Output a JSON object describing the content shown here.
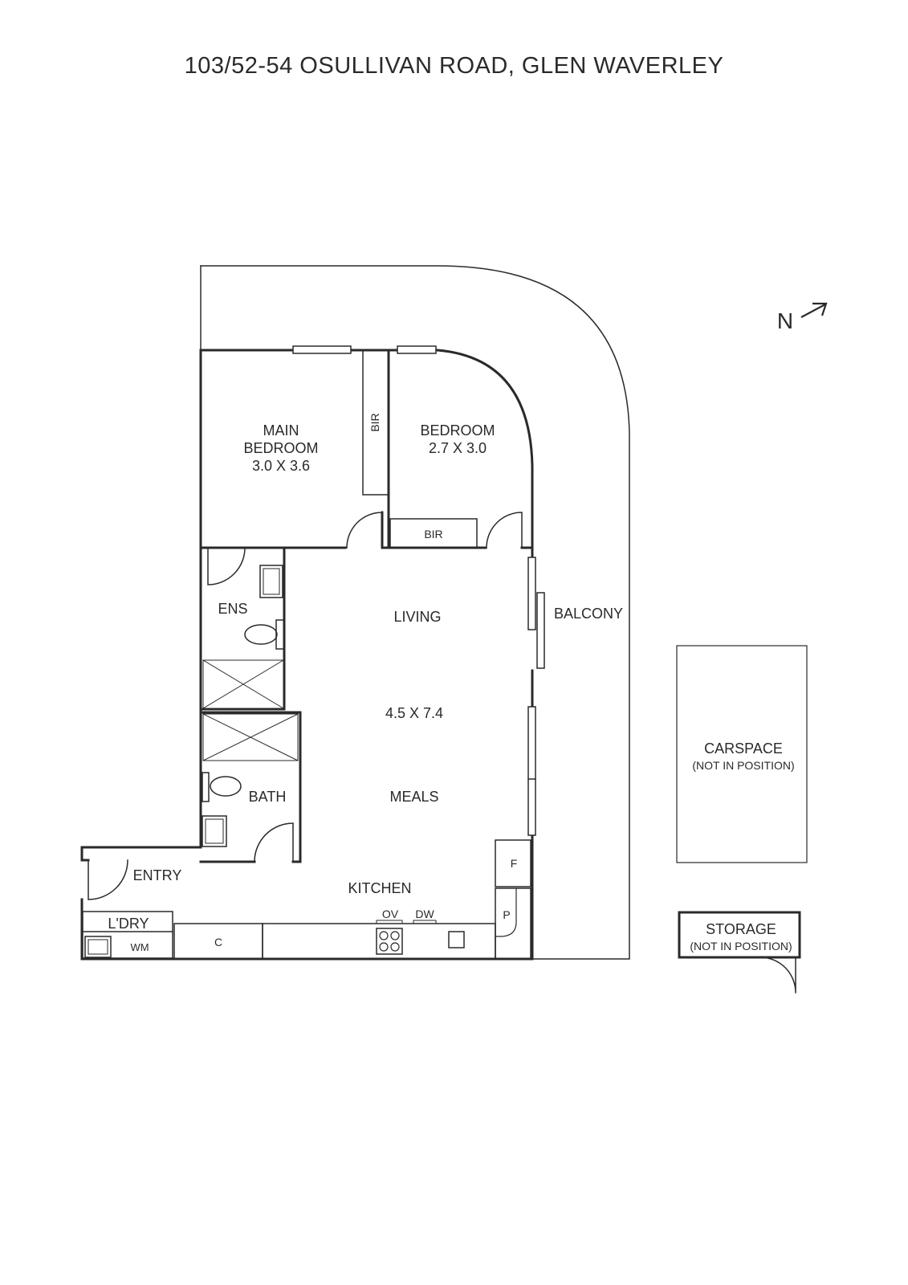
{
  "title": "103/52-54 OSULLIVAN ROAD, GLEN WAVERLEY",
  "compass": {
    "letter": "N",
    "icon": "north-arrow-icon"
  },
  "rooms": {
    "main_bedroom": {
      "line1": "MAIN",
      "line2": "BEDROOM",
      "dims": "3.0 X 3.6"
    },
    "bedroom": {
      "name": "BEDROOM",
      "dims": "2.7 X 3.0"
    },
    "bir": "BIR",
    "ensuite": "ENS",
    "living": "LIVING",
    "living_dims": "4.5 X 7.4",
    "meals": "MEALS",
    "kitchen": "KITCHEN",
    "bath": "BATH",
    "entry": "ENTRY",
    "laundry": "L'DRY",
    "balcony": "BALCONY"
  },
  "fixtures": {
    "wm": "WM",
    "cupboard": "C",
    "oven": "OV",
    "dishwasher": "DW",
    "fridge": "F",
    "pantry": "P"
  },
  "carspace": {
    "name": "CARSPACE",
    "note": "(NOT IN POSITION)"
  },
  "storage": {
    "name": "STORAGE",
    "note": "(NOT IN POSITION)"
  }
}
